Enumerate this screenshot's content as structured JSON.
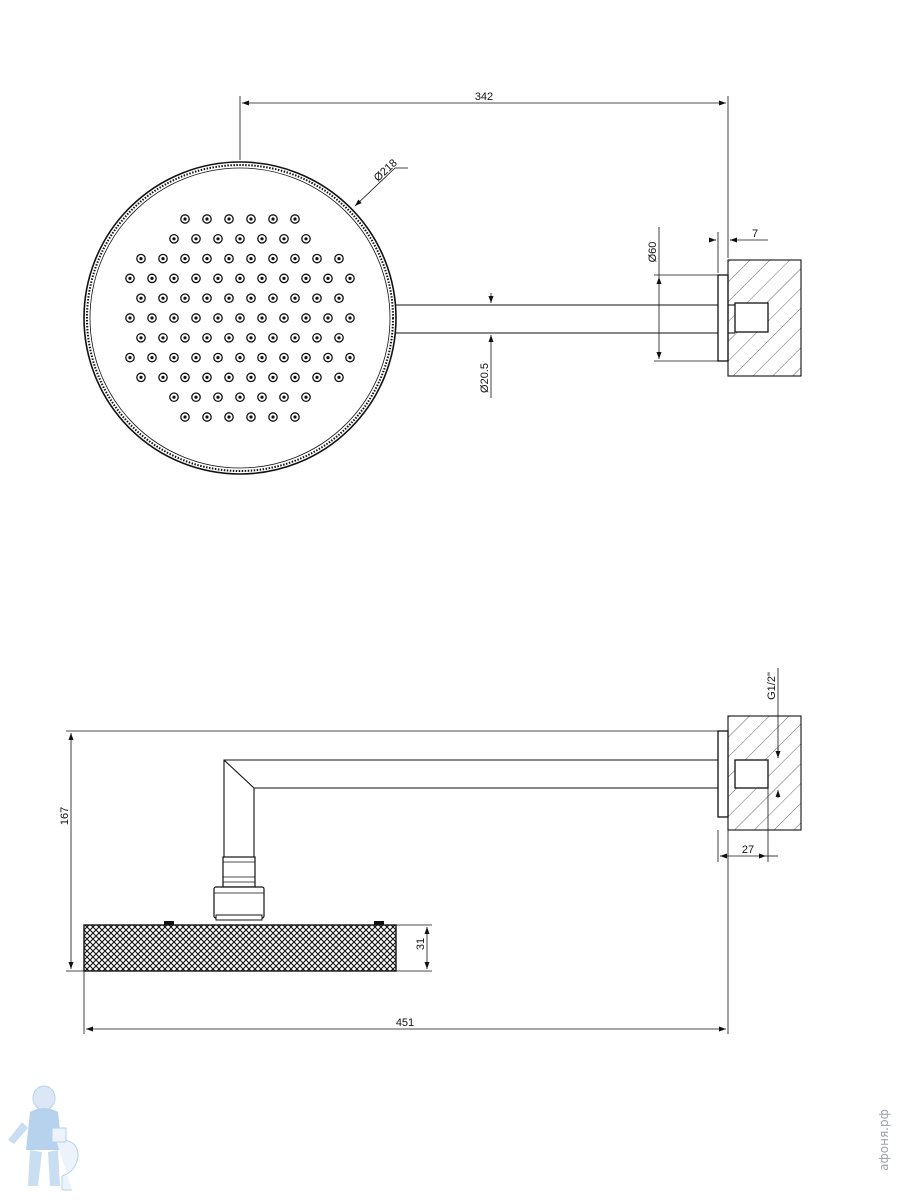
{
  "top_view": {
    "dim_overall_width": "342",
    "dim_head_diameter": "Ø218",
    "dim_flange_diameter": "Ø60",
    "dim_arm_diameter": "Ø20.5",
    "dim_flange_thickness": "7"
  },
  "side_view": {
    "dim_height": "167",
    "dim_head_thickness": "31",
    "dim_total_length": "451",
    "dim_wall_depth": "27",
    "dim_thread": "G1/2\""
  },
  "watermark": {
    "text": "афоня.рф",
    "mascot_icon": "plumber-mascot-icon",
    "color": "#9ec3e6"
  }
}
